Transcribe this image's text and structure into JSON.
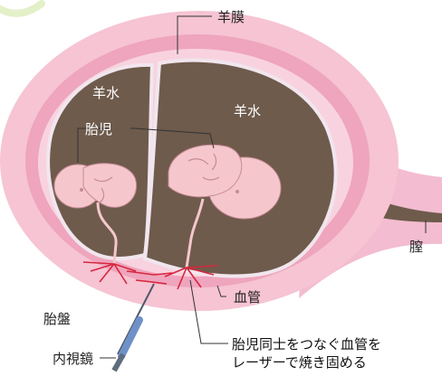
{
  "labels": {
    "amnion": "羊膜",
    "amniotic_fluid_left": "羊水",
    "amniotic_fluid_right": "羊水",
    "fetus": "胎児",
    "placenta": "胎盤",
    "vagina": "膣",
    "blood_vessel": "血管",
    "endoscope": "内視鏡",
    "procedure_line1": "胎児同士をつなぐ血管を",
    "procedure_line2": "レーザーで焼き固める"
  },
  "colors": {
    "uterus_outer": "#f6c4d3",
    "uterus_inner": "#eea5bd",
    "cavity": "#f8d3df",
    "amniotic_sac": "#6e5b4c",
    "membrane": "#f1e6ee",
    "fetus_skin": "#f5c7cd",
    "vessel_red": "#d7263d",
    "endoscope_body": "#6f91c9"
  }
}
